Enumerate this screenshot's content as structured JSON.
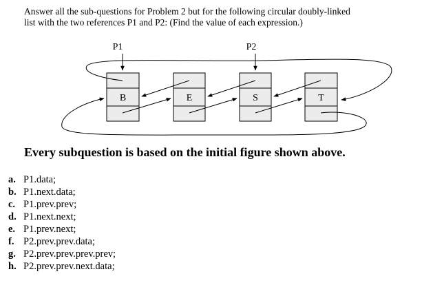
{
  "intro": {
    "line1": "Answer all the sub-questions for Problem 2 but for the following circular doubly-linked",
    "line2": "list with the two references P1 and P2: (Find the value of each expression.)"
  },
  "diagram": {
    "pointers": [
      "P1",
      "P2"
    ],
    "nodes": [
      "B",
      "E",
      "S",
      "T"
    ]
  },
  "heading": "Every subquestion is based on the initial figure shown above.",
  "questions": [
    {
      "letter": "a.",
      "text": "P1.data;"
    },
    {
      "letter": "b.",
      "text": "P1.next.data;"
    },
    {
      "letter": "c.",
      "text": "P1.prev.prev;"
    },
    {
      "letter": "d.",
      "text": "P1.next.next;"
    },
    {
      "letter": "e.",
      "text": "P1.prev.next;"
    },
    {
      "letter": "f.",
      "text": "P2.prev.prev.data;"
    },
    {
      "letter": "g.",
      "text": "P2.prev.prev.prev.prev;"
    },
    {
      "letter": "h.",
      "text": "P2.prev.prev.next.data;"
    }
  ]
}
